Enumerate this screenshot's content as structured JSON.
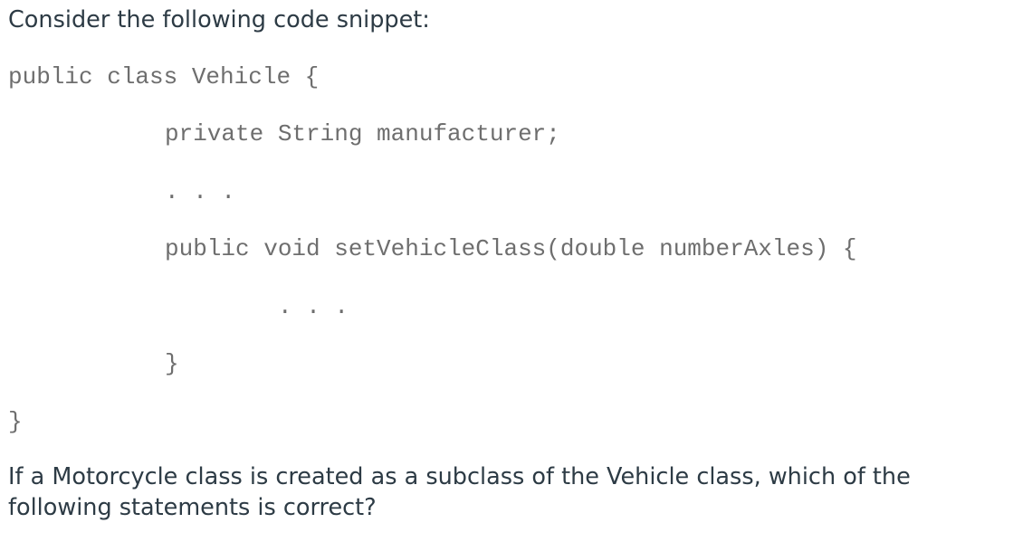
{
  "intro_text": "Consider the following code snippet:",
  "code": {
    "line1": "public class Vehicle {",
    "line2": "private String manufacturer;",
    "line3": ". . .",
    "line4": "public void setVehicleClass(double numberAxles) {",
    "line5": ". . .",
    "line6": "}",
    "line7": "}"
  },
  "question": {
    "line1": "If a Motorcycle class is created as a subclass of the Vehicle class, which of the",
    "line2": "following statements is correct?"
  }
}
